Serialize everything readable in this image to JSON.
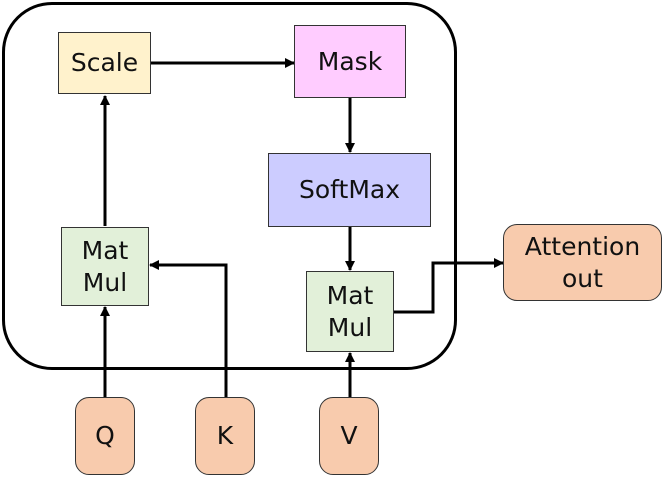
{
  "colors": {
    "scale": "#fff2cc",
    "mask": "#ffccff",
    "softmax": "#ccccff",
    "matmul": "#e2f0d9",
    "io": "#f8cbad",
    "line": "#000000"
  },
  "nodes": {
    "scale": "Scale",
    "mask": "Mask",
    "softmax": "SoftMax",
    "matmul_left": "Mat\nMul",
    "matmul_right": "Mat\nMul",
    "attention_out": "Attention\nout",
    "q": "Q",
    "k": "K",
    "v": "V"
  }
}
